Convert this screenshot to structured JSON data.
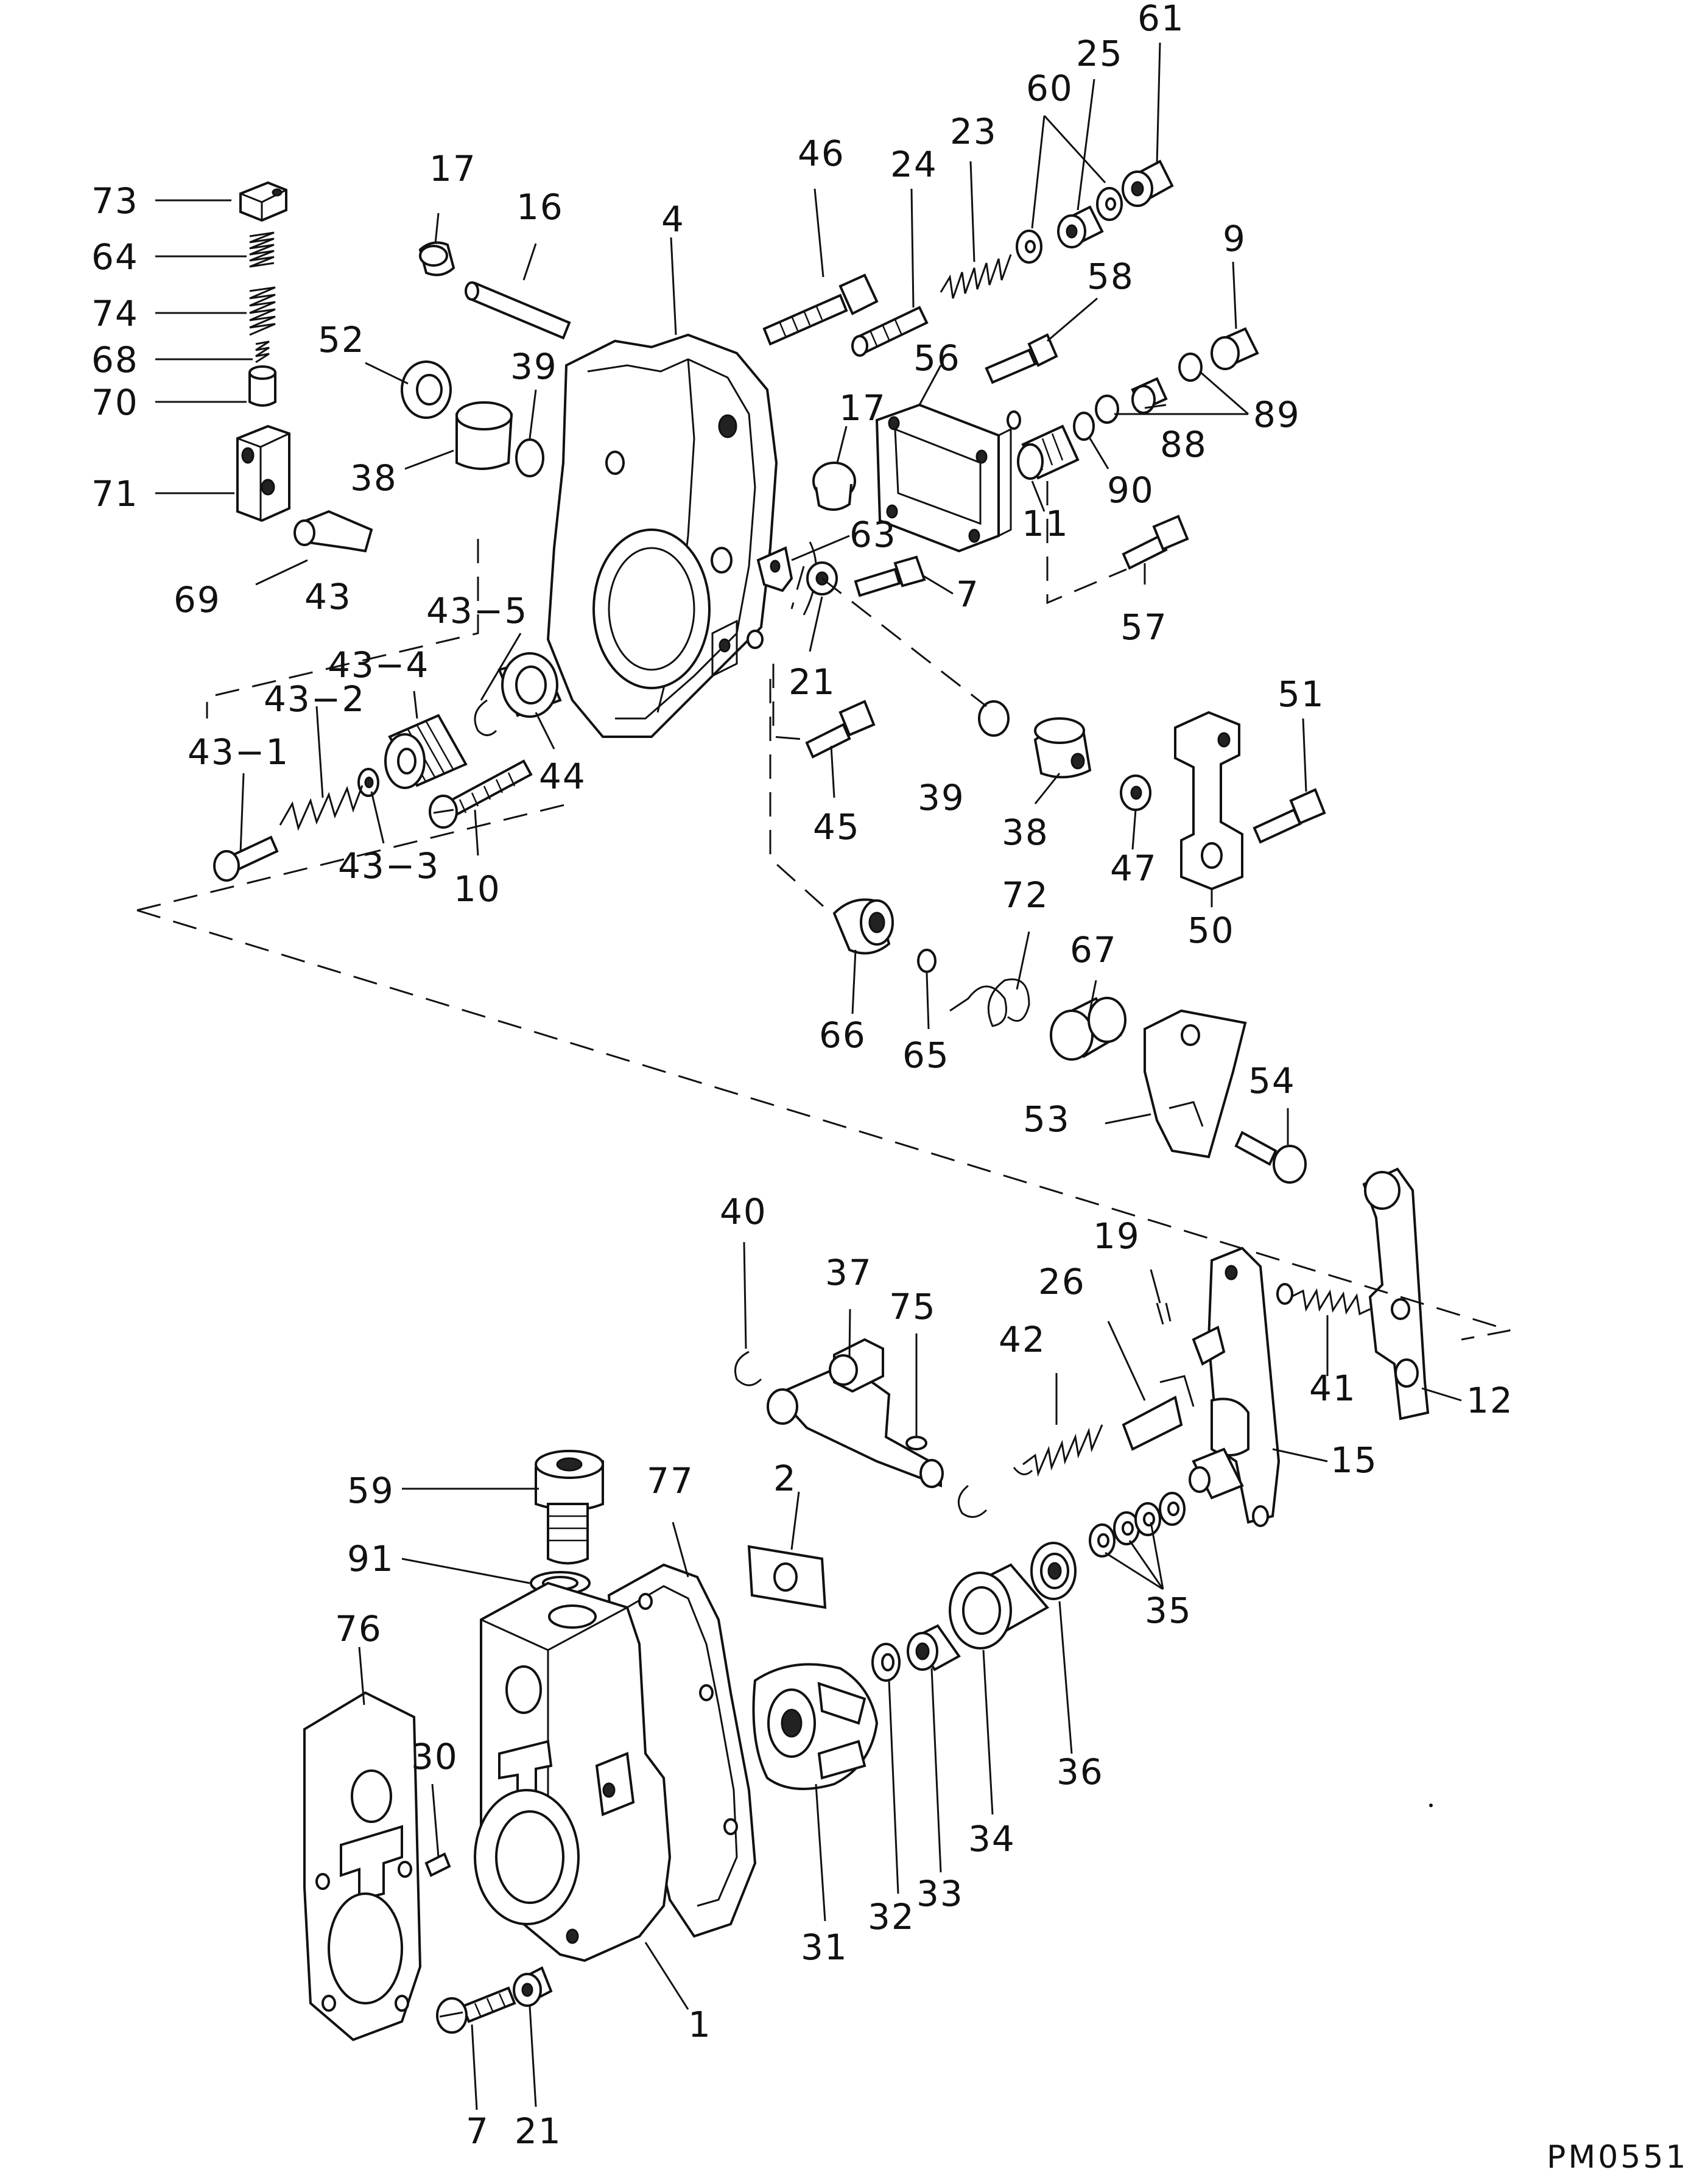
{
  "drawing_code": "PM0551",
  "labels": {
    "l73": "73",
    "l64": "64",
    "l74": "74",
    "l68": "68",
    "l70": "70",
    "l71": "71",
    "l69": "69",
    "l17a": "17",
    "l16": "16",
    "l4": "4",
    "l52": "52",
    "l39a": "39",
    "l38a": "38",
    "l46": "46",
    "l24": "24",
    "l23": "23",
    "l60": "60",
    "l25": "25",
    "l61": "61",
    "l9": "9",
    "l58": "58",
    "l56": "56",
    "l17b": "17",
    "l89": "89",
    "l88": "88",
    "l90": "90",
    "l11": "11",
    "l63": "63",
    "l7a": "7",
    "l57": "57",
    "l21a": "21",
    "l43": "43",
    "l43_5": "43−5",
    "l43_4": "43−4",
    "l43_2": "43−2",
    "l43_1": "43−1",
    "l43_3": "43−3",
    "l44": "44",
    "l10": "10",
    "l45": "45",
    "l39b": "39",
    "l38b": "38",
    "l47": "47",
    "l51": "51",
    "l50": "50",
    "l72": "72",
    "l66": "66",
    "l65": "65",
    "l67": "67",
    "l54": "54",
    "l53": "53",
    "l40": "40",
    "l37": "37",
    "l75": "75",
    "l19": "19",
    "l26": "26",
    "l42": "42",
    "l41": "41",
    "l12": "12",
    "l15": "15",
    "l59": "59",
    "l77": "77",
    "l2": "2",
    "l91": "91",
    "l35": "35",
    "l76": "76",
    "l30": "30",
    "l36": "36",
    "l34": "34",
    "l33": "33",
    "l32": "32",
    "l31": "31",
    "l1": "1",
    "l7b": "7",
    "l21b": "21"
  }
}
